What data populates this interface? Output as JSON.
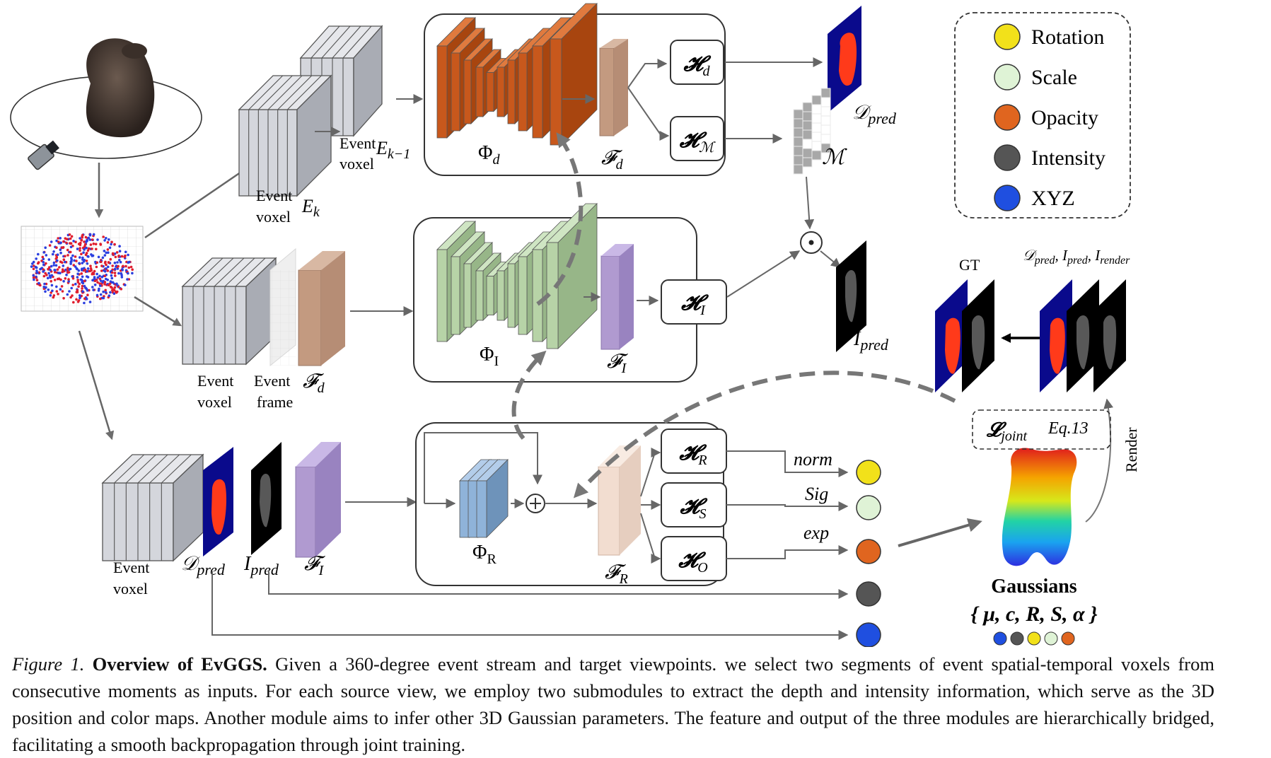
{
  "diagram": {
    "labels": {
      "event_voxel_a": "Event",
      "event_voxel_b": "voxel",
      "e_k": "E",
      "e_k_sub": "k",
      "e_k1": "E",
      "e_k1_sub": "k−1",
      "event_frame_a": "Event",
      "event_frame_b": "frame",
      "phi_d": "Φ",
      "phi_d_sub": "d",
      "phi_i": "Φ",
      "phi_i_sub": "I",
      "phi_r": "Φ",
      "phi_r_sub": "R",
      "f_d": "𝓕",
      "f_d_sub": "d",
      "f_i": "𝓕",
      "f_i_sub": "I",
      "f_r": "𝓕",
      "f_r_sub": "R",
      "h_d": "𝓗",
      "h_d_sub": "d",
      "h_m": "𝓗",
      "h_m_sub": "ℳ",
      "h_i": "𝓗",
      "h_i_sub": "I",
      "h_r": "𝓗",
      "h_r_sub": "R",
      "h_s": "𝓗",
      "h_s_sub": "S",
      "h_o": "𝓗",
      "h_o_sub": "O",
      "d_pred": "𝒟",
      "pred_sub": "pred",
      "i_pred": "I",
      "m_mask": "ℳ",
      "norm": "norm",
      "sig": "Sig",
      "exp": "exp",
      "gt": "GT",
      "render_set_d": "𝒟",
      "render_set_i": "I",
      "render_set_i2": "I",
      "render_sub": "render",
      "loss_l": "𝓛",
      "loss_sub": "joint",
      "loss_eq": "Eq.13",
      "render": "Render",
      "gaussians": "Gaussians",
      "gaussian_params": "{ μ, c, R, S, α }",
      "odot": "⊙",
      "oplus": "⊕"
    },
    "legend": [
      {
        "label": "Rotation",
        "color": "#f2e11a"
      },
      {
        "label": "Scale",
        "color": "#dff3d6"
      },
      {
        "label": "Opacity",
        "color": "#e0651f"
      },
      {
        "label": "Intensity",
        "color": "#555555"
      },
      {
        "label": "XYZ",
        "color": "#1f4fe0"
      }
    ],
    "colors": {
      "depth_net": "#c8581c",
      "intensity_net": "#b7d3a7",
      "rotation_net": "#8fb3d9",
      "feature_d": "#c39a80",
      "feature_i": "#b09ad0",
      "feature_r": "#f2ddd0",
      "voxel": "#d4d6dc"
    }
  },
  "caption": {
    "label": "Figure 1.",
    "title": "Overview of EvGGS.",
    "text": "Given a 360-degree event stream and target viewpoints. we select two segments of event spatial-temporal voxels from consecutive moments as inputs.  For each source view, we employ two submodules to extract the depth and intensity information, which serve as the 3D position and color maps. Another module aims to infer other 3D Gaussian parameters. The feature and output of the three modules are hierarchically bridged, facilitating a smooth backpropagation through joint training."
  }
}
